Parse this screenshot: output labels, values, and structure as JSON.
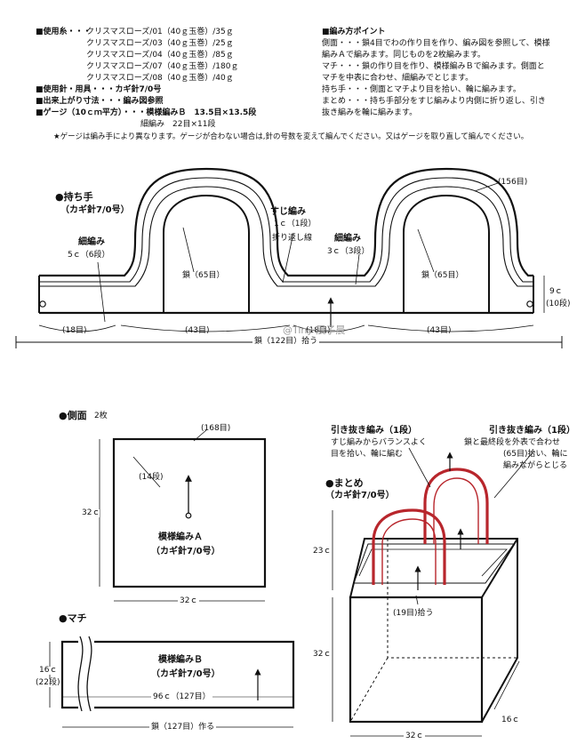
{
  "materials": {
    "yarn_label": "■使用糸・・・",
    "yarns": [
      "クリスマスローズ/01（40ｇ玉巻）/35ｇ",
      "クリスマスローズ/03（40ｇ玉巻）/25ｇ",
      "クリスマスローズ/04（40ｇ玉巻）/85ｇ",
      "クリスマスローズ/07（40ｇ玉巻）/180ｇ",
      "クリスマスローズ/08（40ｇ玉巻）/40ｇ"
    ],
    "needle": "■使用針・用具・・・カギ針7/0号",
    "size": "■出来上がり寸法・・・編み図参照",
    "gauge_label": "■ゲージ（10ｃｍ平方）・・・模様編みＢ　13.5目×13.5段",
    "gauge_line2": "細編み　22目×11段",
    "note": "★ゲージは編み手により異なります。ゲージが合わない場合は,針の号数を変えて編んでください。又はゲージを取り直して編んでください。"
  },
  "points": {
    "title": "■編み方ポイント",
    "lines": [
      "側面・・・鎖4目でわの作り目を作り、編み図を参照して、模様",
      "編みＡで編みます。同じものを2枚編みます。",
      "マチ・・・鎖の作り目を作り、模様編みＢで編みます。側面と",
      "マチを中表に合わせ、細編みでとじます。",
      "持ち手・・・側面とマチより目を拾い、輪に編みます。",
      "まとめ・・・持ち手部分をすじ編みより内側に折り返し、引き",
      "抜き編みを輪に編みます。"
    ]
  },
  "handle": {
    "title": "●持ち手",
    "hook": "（カギ針7/0号）",
    "single_crochet": "細編み",
    "sc_rows_left": "5ｃ（6段）",
    "ridge_title": "すじ編み",
    "ridge_rows": "1ｃ（1段）",
    "fold_line": "折り返し線",
    "sc_rows_mid": "3ｃ（3段）",
    "chain_left": "鎖（65目）",
    "chain_right": "鎖（65目）",
    "stitches_156": "(156目)",
    "height_c": "9ｃ",
    "height_rows": "(10段)",
    "seg_18_left": "(18目)",
    "seg_43_left": "(43目)",
    "seg_18_mid": "(18目)",
    "seg_43_right": "(43目)",
    "pick_up": "鎖（122目）拾う",
    "watermark": "@Tiny·晨子晨"
  },
  "side": {
    "title": "●側面",
    "count": "2枚",
    "stitches": "(168目)",
    "rows": "(14段)",
    "height": "32ｃ",
    "width": "32ｃ",
    "pattern": "模様編みＡ",
    "hook": "（カギ針7/0号）"
  },
  "gusset": {
    "title": "●マチ",
    "pattern": "模様編みＢ",
    "hook": "（カギ針7/0号）",
    "height": "16ｃ",
    "height_rows": "(22段)",
    "width": "96ｃ（127目）",
    "chain": "鎖（127目）作る"
  },
  "finish": {
    "title": "●まとめ",
    "hook": "（カギ針7/0号）",
    "slip_left_title": "引き抜き編み（1段）",
    "slip_left_line1": "すじ編みからバランスよく",
    "slip_left_line2": "目を拾い、輪に編む",
    "slip_right_title": "引き抜き編み（1段）",
    "slip_right_line1": "鎖と最終段を外表で合わせ",
    "slip_right_line2": "(65目)拾い、輪に",
    "slip_right_line3": "編みながらとじる",
    "handle_height": "23ｃ",
    "bag_height": "32ｃ",
    "pick_19": "(19目)拾う",
    "width": "32ｃ",
    "depth": "16ｃ"
  },
  "colors": {
    "line": "#111111",
    "accent": "#b8262c",
    "watermark": "#9a9a9a"
  }
}
